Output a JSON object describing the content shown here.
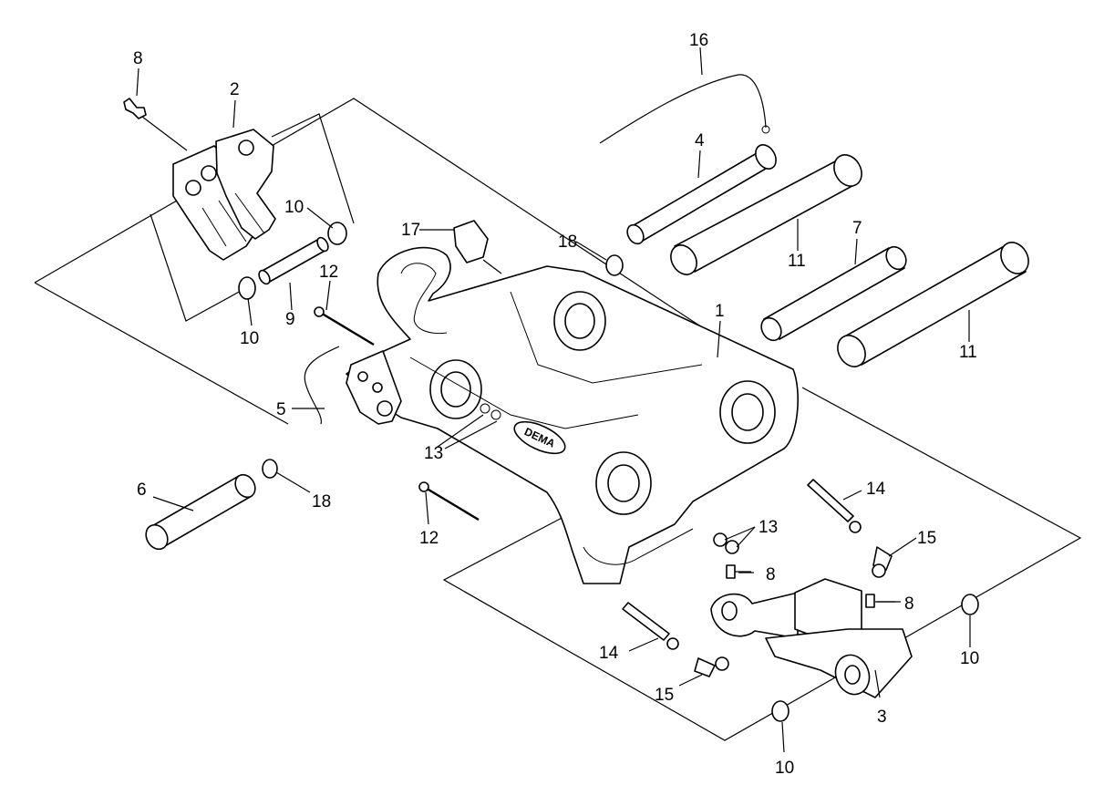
{
  "diagram": {
    "brand_logo_text": "DEMA",
    "callouts": {
      "c1": "1",
      "c2": "2",
      "c3": "3",
      "c4": "4",
      "c5": "5",
      "c6": "6",
      "c7": "7",
      "c8a": "8",
      "c8b": "8",
      "c8c": "8",
      "c9": "9",
      "c10a": "10",
      "c10b": "10",
      "c10c": "10",
      "c10d": "10",
      "c11a": "11",
      "c11b": "11",
      "c12a": "12",
      "c12b": "12",
      "c13a": "13",
      "c13b": "13",
      "c14a": "14",
      "c14b": "14",
      "c15a": "15",
      "c15b": "15",
      "c16": "16",
      "c17": "17",
      "c18a": "18",
      "c18b": "18"
    },
    "colors": {
      "line": "#000000",
      "background": "#ffffff"
    }
  }
}
